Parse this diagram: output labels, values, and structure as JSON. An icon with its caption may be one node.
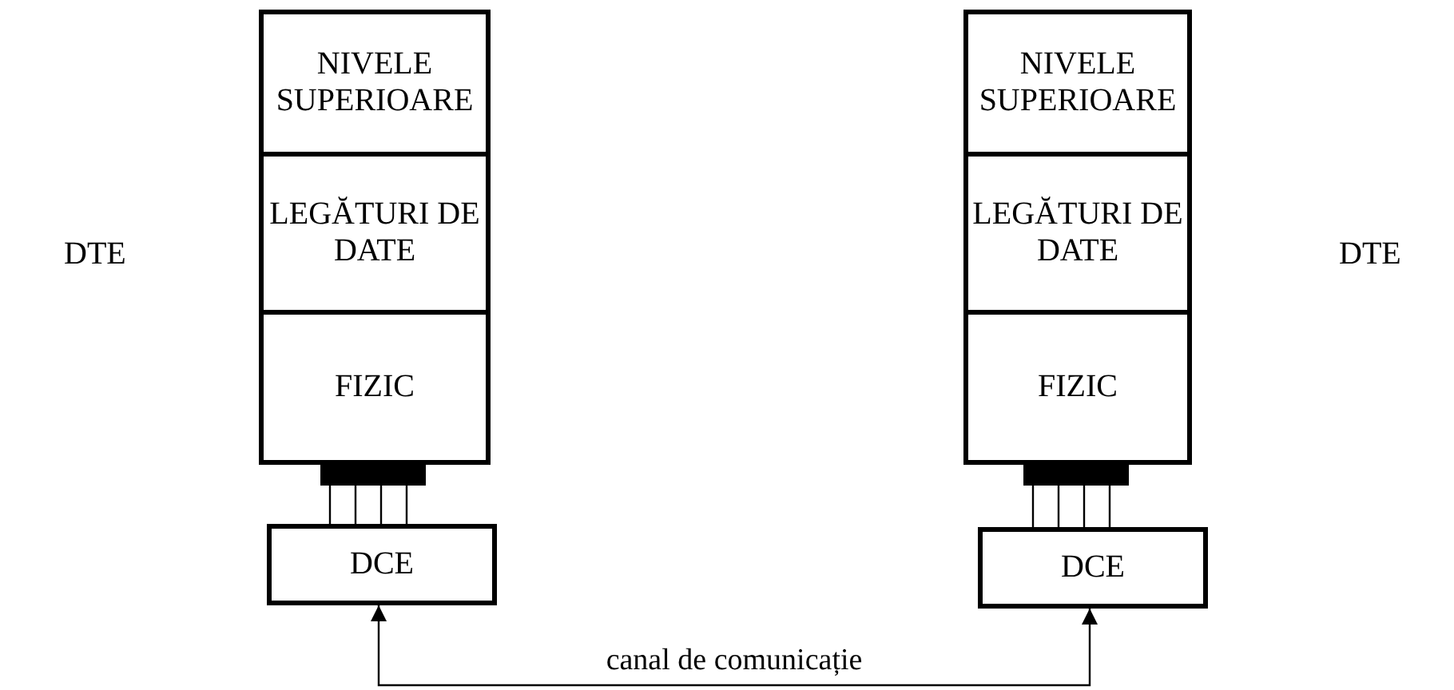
{
  "diagram": {
    "nodes": [
      {
        "text": [
          "NIVELE SUPERIOARE"
        ]
      },
      {
        "text": [
          "LEGĂTURI DE DATE"
        ]
      },
      {
        "text": [
          "FIZIC"
        ]
      },
      {
        "text": [
          "DCE"
        ]
      },
      {
        "text": [
          "NIVELE SUPERIOARE"
        ]
      },
      {
        "text": [
          "LEGĂTURI DE DATE"
        ]
      },
      {
        "text": [
          "FIZIC"
        ]
      },
      {
        "text": [
          "DCE"
        ]
      }
    ],
    "edges": [
      {
        "from": 2,
        "to": 3,
        "arrow": "none"
      },
      {
        "from": 6,
        "to": 7,
        "arrow": "none"
      },
      {
        "from": 3,
        "to": 7,
        "arrow": "both",
        "label": "canal de comunicație"
      }
    ],
    "labels": [
      "DTE",
      "DTE"
    ]
  }
}
